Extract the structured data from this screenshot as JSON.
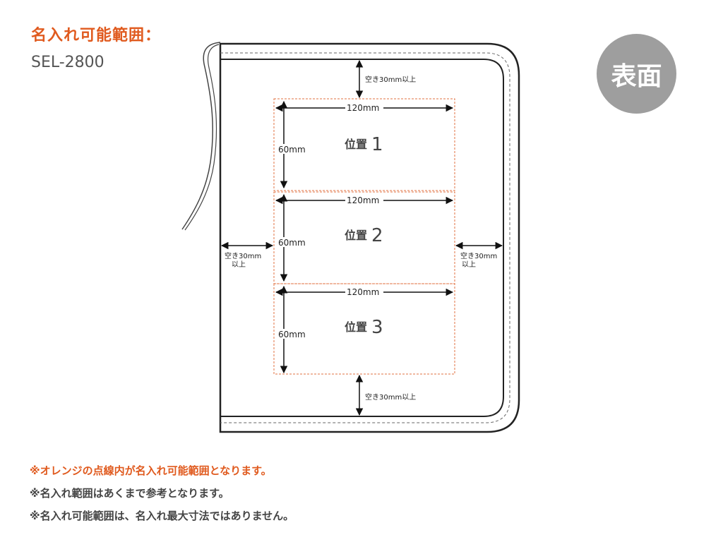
{
  "header": {
    "title": "名入れ可能範囲：",
    "model": "SEL-2800",
    "side_badge": "表面"
  },
  "diagram": {
    "margin_top": "空き30mm以上",
    "margin_bottom": "空き30mm以上",
    "margin_left_line1": "空き30mm",
    "margin_left_line2": "以上",
    "margin_right_line1": "空き30mm",
    "margin_right_line2": "以上",
    "positions": [
      {
        "label": "位置",
        "number": "1",
        "width_label": "120mm",
        "height_label": "60mm"
      },
      {
        "label": "位置",
        "number": "2",
        "width_label": "120mm",
        "height_label": "60mm"
      },
      {
        "label": "位置",
        "number": "3",
        "width_label": "120mm",
        "height_label": "60mm"
      }
    ]
  },
  "notes": [
    "※オレンジの点線内が名入れ可能範囲となります。",
    "※名入れ範囲はあくまで参考となります。",
    "※名入れ可能範囲は、名入れ最大寸法ではありません。"
  ],
  "colors": {
    "accent_orange": "#e05a1e",
    "dotted_outline": "#e07040",
    "badge_gray": "#9e9e9e",
    "text_gray": "#444444"
  }
}
